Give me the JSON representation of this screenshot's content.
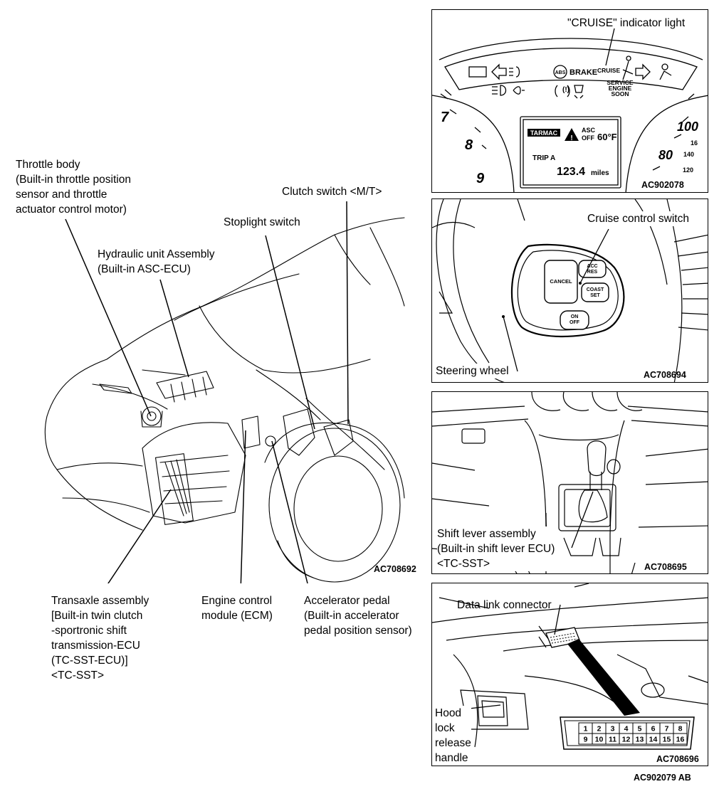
{
  "main": {
    "labels": {
      "throttle_body": "Throttle body\n(Built-in throttle position\nsensor and throttle\nactuator control motor)",
      "hydraulic_unit": "Hydraulic unit Assembly\n(Built-in ASC-ECU)",
      "stoplight_switch": "Stoplight switch",
      "clutch_switch": "Clutch switch <M/T>",
      "transaxle": "Transaxle assembly\n[Built-in twin clutch\n-sportronic shift\ntransmission-ECU\n(TC-SST-ECU)]\n<TC-SST>",
      "ecm": "Engine control\nmodule (ECM)",
      "accelerator_pedal": "Accelerator pedal\n(Built-in accelerator\npedal position sensor)"
    },
    "code": "AC708692"
  },
  "panels": {
    "cluster": {
      "label": "\"CRUISE\" indicator light",
      "code": "AC902078",
      "indicators": {
        "abs": "ABS",
        "brake": "BRAKE",
        "cruise": "CRUISE",
        "service_engine": "SERVICE\nENGINE\nSOON"
      },
      "display": {
        "mode": "TARMAC",
        "asc": "ASC",
        "asc_state": "OFF",
        "temperature": "60°F",
        "trip_label": "TRIP A",
        "trip_value": "123.4",
        "trip_unit": "miles"
      },
      "tach_numbers": [
        "7",
        "8",
        "9"
      ],
      "speed_numbers": [
        "100",
        "80",
        "16",
        "140",
        "120"
      ]
    },
    "steering": {
      "cruise_switch_label": "Cruise control switch",
      "steering_wheel_label": "Steering wheel",
      "code": "AC708694",
      "buttons": {
        "cancel": "CANCEL",
        "acc_res": "ACC\nRES",
        "coast_set": "COAST\nSET",
        "on_off": "ON\nOFF"
      }
    },
    "shift": {
      "label": "Shift lever assembly\n(Built-in shift lever ECU)\n<TC-SST>",
      "code": "AC708695"
    },
    "dlc": {
      "connector_label": "Data link connector",
      "hood_label": "Hood\nlock\nrelease\nhandle",
      "code": "AC708696",
      "pins_top": [
        "1",
        "2",
        "3",
        "4",
        "5",
        "6",
        "7",
        "8"
      ],
      "pins_bottom": [
        "9",
        "10",
        "11",
        "12",
        "13",
        "14",
        "15",
        "16"
      ]
    }
  },
  "footer_code": "AC902079 AB"
}
